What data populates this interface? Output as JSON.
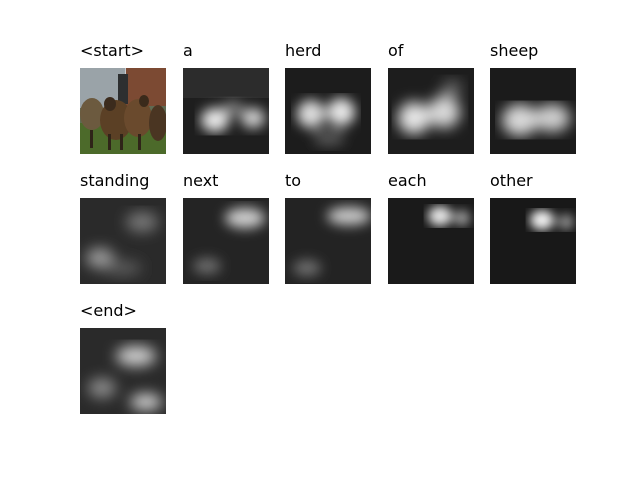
{
  "tokens": [
    {
      "word": "<start>"
    },
    {
      "word": "a"
    },
    {
      "word": "herd"
    },
    {
      "word": "of"
    },
    {
      "word": "sheep"
    },
    {
      "word": "standing"
    },
    {
      "word": "next"
    },
    {
      "word": "to"
    },
    {
      "word": "each"
    },
    {
      "word": "other"
    },
    {
      "word": "<end>"
    }
  ]
}
